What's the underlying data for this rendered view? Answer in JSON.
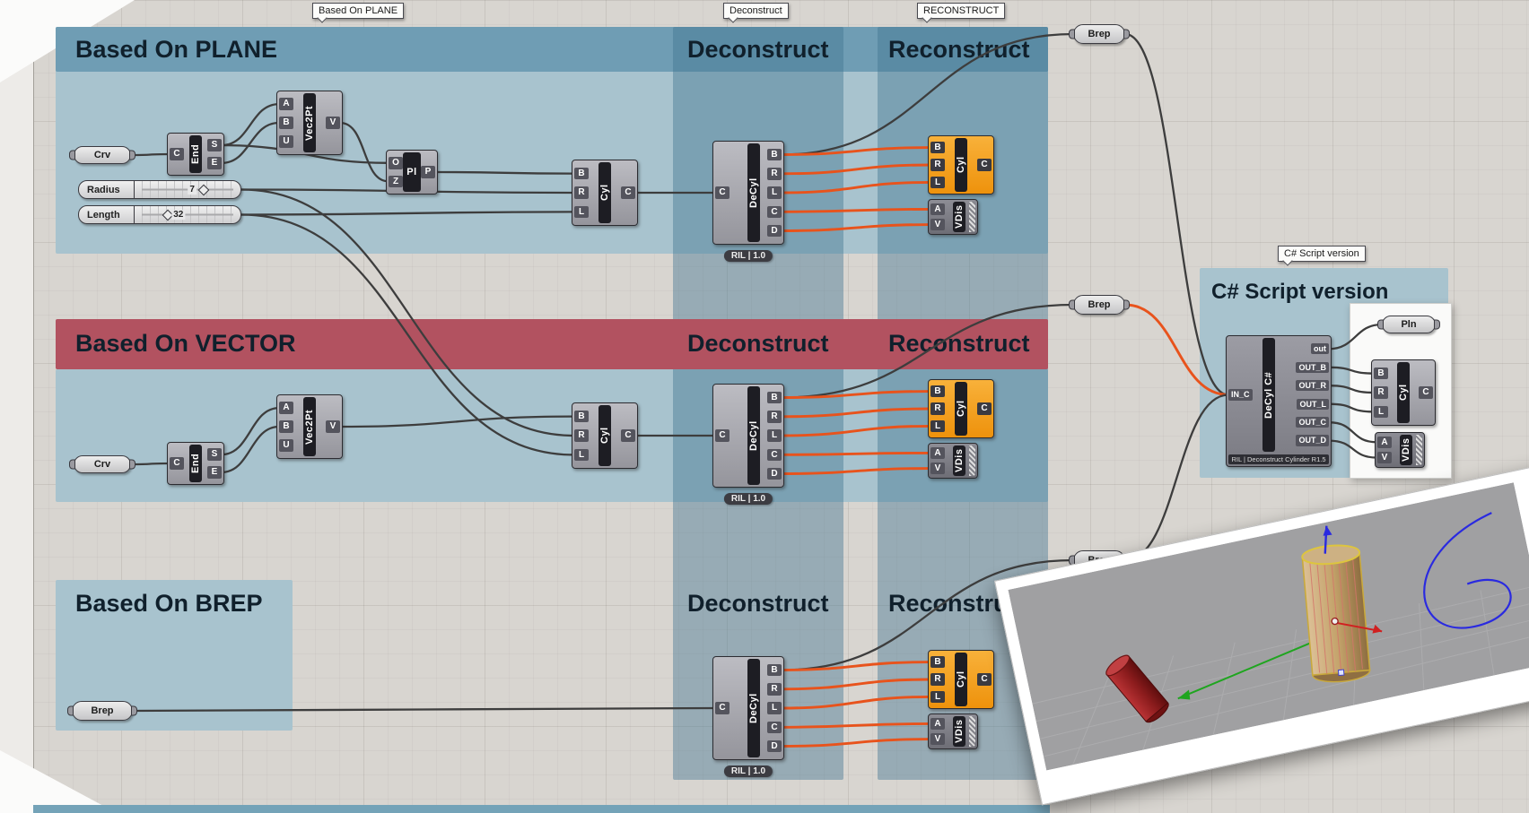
{
  "tags": {
    "plane": "Based On PLANE",
    "deconstruct": "Deconstruct",
    "reconstruct": "RECONSTRUCT",
    "csharp": "C# Script version"
  },
  "groups": {
    "plane_title": "Based On PLANE",
    "vector_title": "Based On VECTOR",
    "brep_title": "Based On BREP",
    "deconstruct_title": "Deconstruct",
    "reconstruct_title": "Reconstruct",
    "csharp_title": "C# Script version"
  },
  "params": {
    "crv": "Crv",
    "brep": "Brep",
    "pln": "Pln"
  },
  "sliders": {
    "radius": {
      "label": "Radius",
      "value": "7"
    },
    "length": {
      "label": "Length",
      "value": "32"
    }
  },
  "components": {
    "end": {
      "name": "End",
      "in": [
        "C"
      ],
      "out": [
        "S",
        "E"
      ]
    },
    "vec2pt": {
      "name": "Vec2Pt",
      "in": [
        "A",
        "B",
        "U"
      ],
      "out": [
        "V"
      ]
    },
    "pl": {
      "name": "Pl",
      "in": [
        "O",
        "Z"
      ],
      "out": [
        "P"
      ]
    },
    "cyl": {
      "name": "Cyl",
      "in": [
        "B",
        "R",
        "L"
      ],
      "out": [
        "C"
      ]
    },
    "decyl": {
      "name": "DeCyl",
      "in": [
        "C"
      ],
      "out": [
        "B",
        "R",
        "L",
        "C",
        "D"
      ],
      "badge": "RIL | 1.0"
    },
    "vdis": {
      "name": "VDis",
      "in": [
        "A",
        "V"
      ]
    },
    "decyl_cs": {
      "name": "DeCyl C#",
      "in": [
        "IN_C"
      ],
      "out": [
        "out",
        "OUT_B",
        "OUT_R",
        "OUT_L",
        "OUT_C",
        "OUT_D"
      ],
      "badge": "RIL | Deconstruct Cylinder R1.5"
    }
  },
  "colors": {
    "group_blue_header": "#6f9db4",
    "group_blue_body": "#a8c3ce",
    "group_red": "#b25260",
    "component_orange": "#f29c18",
    "wire_dark": "#3d3d3d",
    "wire_orange": "#e8531c"
  },
  "wires": [
    {
      "from": "crv1",
      "to": "end1-i0",
      "color": "dark"
    },
    {
      "from": "end1-o0",
      "to": "vec1-i0",
      "color": "dark"
    },
    {
      "from": "end1-o1",
      "to": "vec1-i1",
      "color": "dark"
    },
    {
      "from": "end1-o0",
      "to": "pl1-i0",
      "color": "dark"
    },
    {
      "from": "vec1-o0",
      "to": "pl1-i1",
      "color": "dark"
    },
    {
      "from": "pl1-o0",
      "to": "cyl1-i0",
      "color": "dark"
    },
    {
      "from": "slider-radius",
      "to": "cyl1-i1",
      "color": "dark"
    },
    {
      "from": "slider-length",
      "to": "cyl1-i2",
      "color": "dark"
    },
    {
      "from": "cyl1-o0",
      "to": "decyl1-i0",
      "color": "dark"
    },
    {
      "from": "decyl1-o0",
      "to": "brepT",
      "color": "dark"
    },
    {
      "from": "decyl1-o0",
      "to": "cylo1-i0",
      "color": "orange"
    },
    {
      "from": "decyl1-o1",
      "to": "cylo1-i1",
      "color": "orange"
    },
    {
      "from": "decyl1-o2",
      "to": "cylo1-i2",
      "color": "orange"
    },
    {
      "from": "decyl1-o3",
      "to": "vdis1-i0",
      "color": "orange"
    },
    {
      "from": "decyl1-o4",
      "to": "vdis1-i1",
      "color": "orange"
    },
    {
      "from": "crv2",
      "to": "end2-i0",
      "color": "dark"
    },
    {
      "from": "end2-o0",
      "to": "vec2-i0",
      "color": "dark"
    },
    {
      "from": "end2-o1",
      "to": "vec2-i1",
      "color": "dark"
    },
    {
      "from": "vec2-o0",
      "to": "cyl2-i0",
      "color": "dark"
    },
    {
      "from": "slider-radius",
      "to": "cyl2-i1",
      "color": "dark"
    },
    {
      "from": "slider-length",
      "to": "cyl2-i2",
      "color": "dark"
    },
    {
      "from": "cyl2-o0",
      "to": "decyl2-i0",
      "color": "dark"
    },
    {
      "from": "decyl2-o0",
      "to": "brepM",
      "color": "dark"
    },
    {
      "from": "decyl2-o0",
      "to": "cylo2-i0",
      "color": "orange"
    },
    {
      "from": "decyl2-o1",
      "to": "cylo2-i1",
      "color": "orange"
    },
    {
      "from": "decyl2-o2",
      "to": "cylo2-i2",
      "color": "orange"
    },
    {
      "from": "decyl2-o3",
      "to": "vdis2-i0",
      "color": "orange"
    },
    {
      "from": "decyl2-o4",
      "to": "vdis2-i1",
      "color": "orange"
    },
    {
      "from": "brep3",
      "to": "decyl3-i0",
      "color": "dark"
    },
    {
      "from": "decyl3-o0",
      "to": "brepB",
      "color": "dark"
    },
    {
      "from": "decyl3-o0",
      "to": "cylo3-i0",
      "color": "orange"
    },
    {
      "from": "decyl3-o1",
      "to": "cylo3-i1",
      "color": "orange"
    },
    {
      "from": "decyl3-o2",
      "to": "cylo3-i2",
      "color": "orange"
    },
    {
      "from": "decyl3-o3",
      "to": "vdis3-i0",
      "color": "orange"
    },
    {
      "from": "decyl3-o4",
      "to": "vdis3-i1",
      "color": "orange"
    },
    {
      "from": "brepT",
      "to": "cs-i0",
      "color": "dark"
    },
    {
      "from": "brepM",
      "to": "cs-i0",
      "color": "orange"
    },
    {
      "from": "brepB",
      "to": "cs-i0",
      "color": "dark"
    },
    {
      "from": "cs-o0",
      "to": "pln",
      "color": "dark"
    },
    {
      "from": "cs-o1",
      "to": "cylcs-i0",
      "color": "dark"
    },
    {
      "from": "cs-o2",
      "to": "cylcs-i1",
      "color": "dark"
    },
    {
      "from": "cs-o3",
      "to": "cylcs-i2",
      "color": "dark"
    },
    {
      "from": "cs-o4",
      "to": "vdiscs-i0",
      "color": "dark"
    },
    {
      "from": "cs-o5",
      "to": "vdiscs-i1",
      "color": "dark"
    }
  ]
}
